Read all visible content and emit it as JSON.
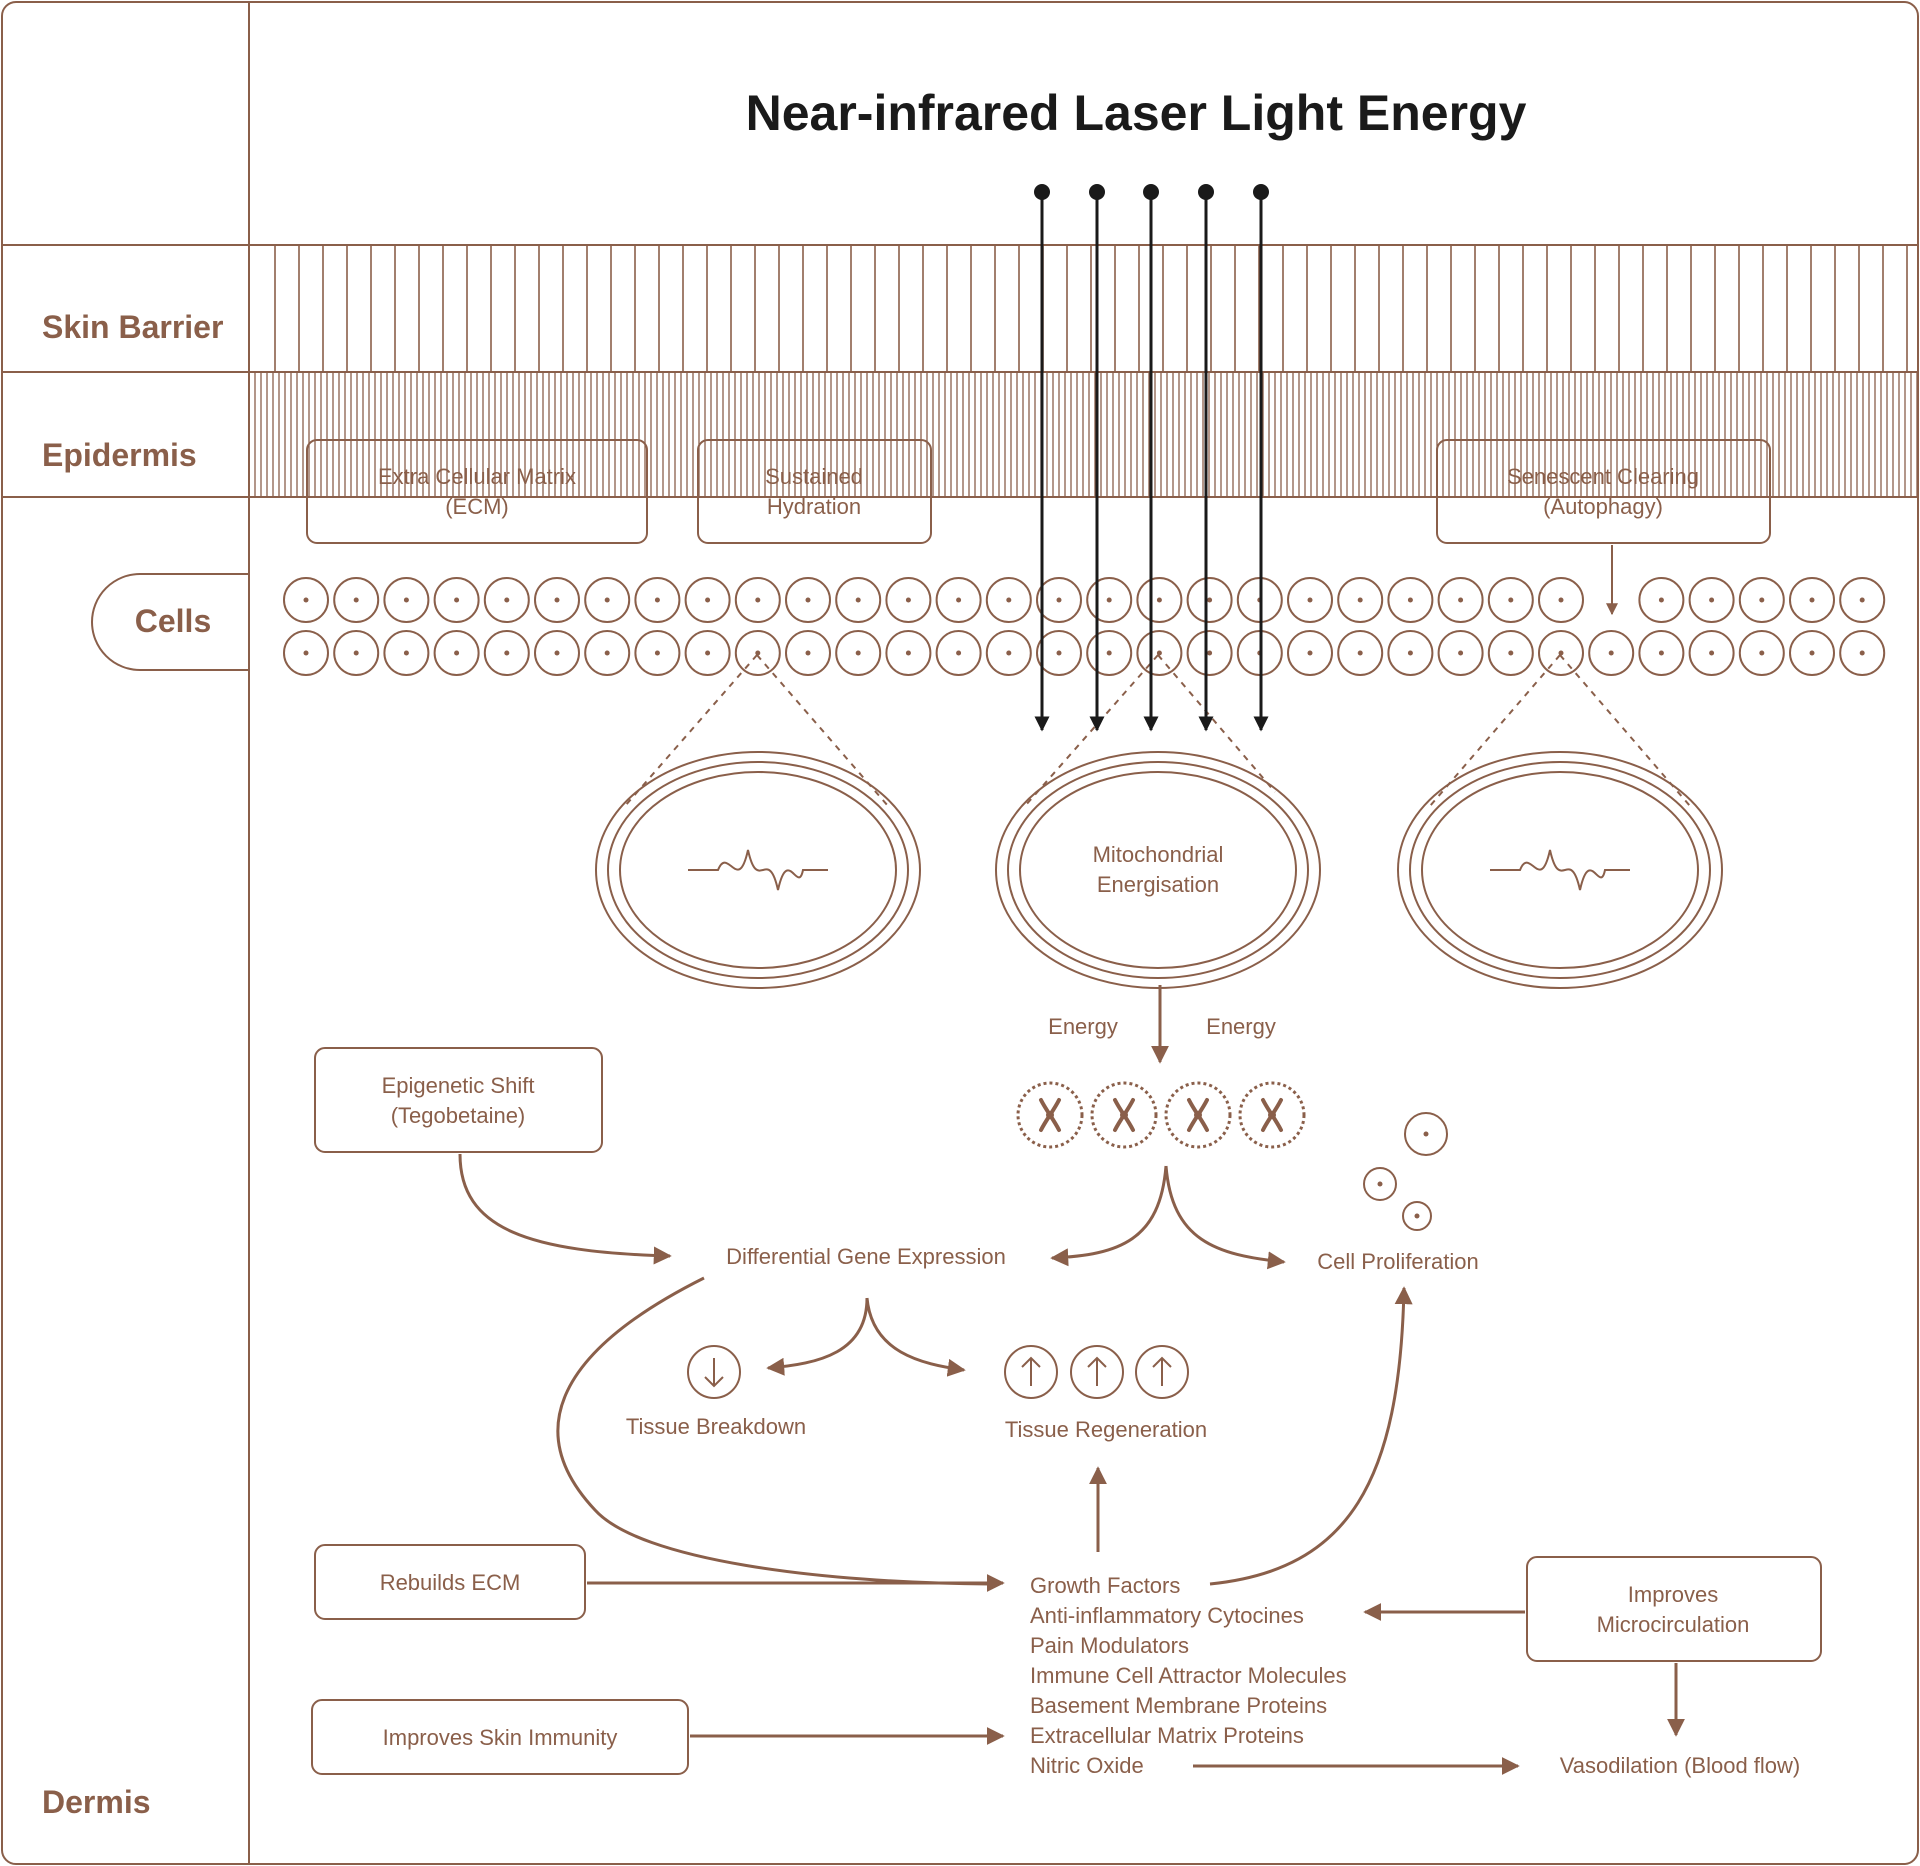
{
  "title": "Near-infrared Laser Light Energy",
  "layers": {
    "skin_barrier": "Skin Barrier",
    "epidermis": "Epidermis",
    "cells": "Cells",
    "dermis": "Dermis"
  },
  "boxes": {
    "ecm": [
      "Extra Cellular Matrix",
      "(ECM)"
    ],
    "hydration": [
      "Sustained",
      "Hydration"
    ],
    "senescent": [
      "Senescent Clearing",
      "(Autophagy)"
    ],
    "epigenetic": [
      "Epigenetic Shift",
      "(Tegobetaine)"
    ],
    "rebuilds": "Rebuilds ECM",
    "immunity": "Improves Skin Immunity",
    "microcirculation": [
      "Improves",
      "Microcirculation"
    ]
  },
  "mitochondria": [
    "Mitochondrial",
    "Energisation"
  ],
  "energy_left": "Energy",
  "energy_right": "Energy",
  "gene_expression": "Differential Gene Expression",
  "cell_proliferation": "Cell Proliferation",
  "tissue_breakdown": "Tissue Breakdown",
  "tissue_regeneration": "Tissue Regeneration",
  "factors": [
    "Growth Factors",
    "Anti-inflammatory Cytocines",
    "Pain Modulators",
    "Immune Cell Attractor Molecules",
    "Basement Membrane Proteins",
    "Extracellular Matrix Proteins",
    "Nitric Oxide"
  ],
  "vasodilation": "Vasodilation (Blood flow)",
  "colors": {
    "brown": "#8a5f4a",
    "title": "#1a1a1a"
  },
  "icons": {
    "breakdown": "arrow-down-circle-icon",
    "regeneration": "arrow-up-circle-icon",
    "chromosome": "chromosome-icon",
    "cell": "cell-icon"
  }
}
